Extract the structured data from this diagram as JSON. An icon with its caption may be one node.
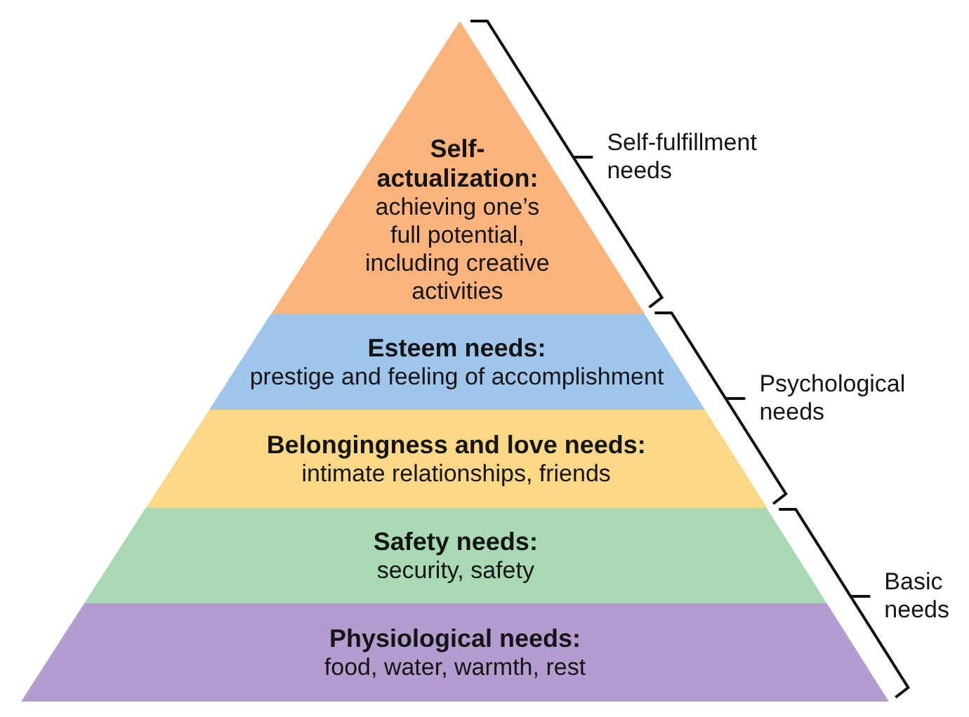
{
  "diagram": {
    "nodes": [
      {
        "text": [
          "Self-actualization:",
          "achieving one’s full potential, including creative activities"
        ]
      },
      {
        "text": [
          "Esteem needs:",
          "prestige and feeling of accomplishment"
        ]
      },
      {
        "text": [
          "Belongingness and love needs:",
          "intimate relationships, friends"
        ]
      },
      {
        "text": [
          "Safety needs:",
          "security, safety"
        ]
      },
      {
        "text": [
          "Physiological needs:",
          "food, water, warmth, rest"
        ]
      }
    ],
    "labels": [
      "Self-fulfillment needs",
      "Psychological needs",
      "Basic needs"
    ]
  }
}
